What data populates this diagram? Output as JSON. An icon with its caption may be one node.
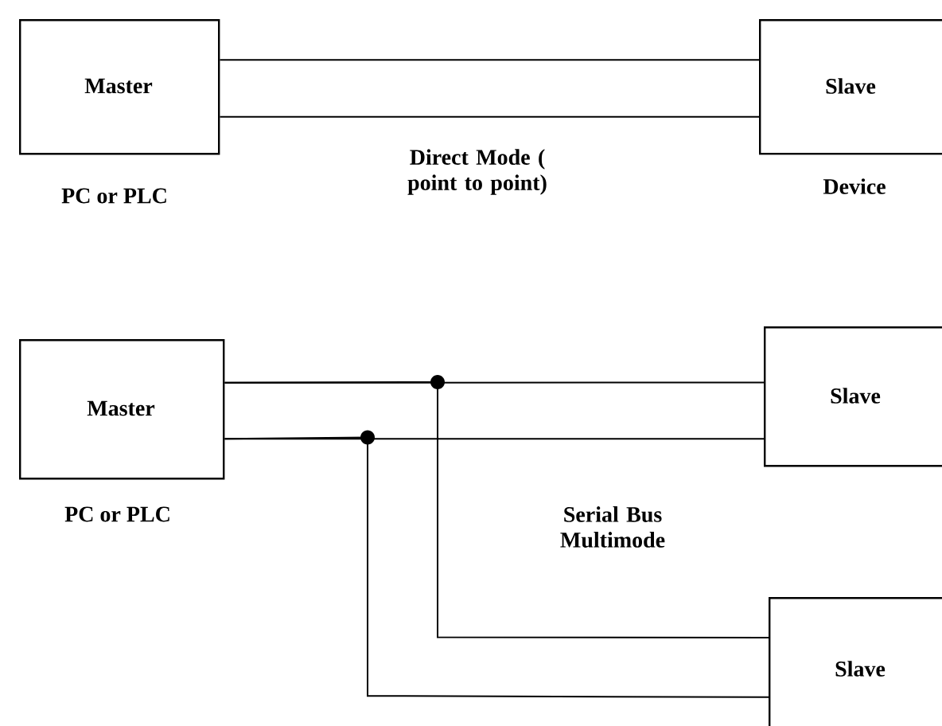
{
  "diagram": {
    "nodes": [
      {
        "text": [
          "Master"
        ],
        "beside": [
          "PC or PLC"
        ]
      },
      {
        "text": [
          "Slave"
        ],
        "beside": [
          "Device"
        ]
      },
      {
        "text": [
          "Master"
        ],
        "beside": [
          "PC or PLC"
        ]
      },
      {
        "text": [
          "Slave"
        ]
      },
      {
        "text": [
          "Slave"
        ]
      }
    ],
    "edges": [
      {
        "from": 0,
        "to": 1,
        "arrow": "none"
      },
      {
        "from": 0,
        "to": 1,
        "arrow": "none"
      },
      {
        "from": 2,
        "to": 3,
        "arrow": "none"
      },
      {
        "from": 2,
        "to": 4,
        "arrow": "none"
      },
      {
        "from": 2,
        "to": 3,
        "arrow": "none"
      },
      {
        "from": 2,
        "to": 4,
        "arrow": "none"
      }
    ],
    "labels": [
      "Direct Mode ( point to point)",
      "Serial Bus Multimode"
    ]
  }
}
